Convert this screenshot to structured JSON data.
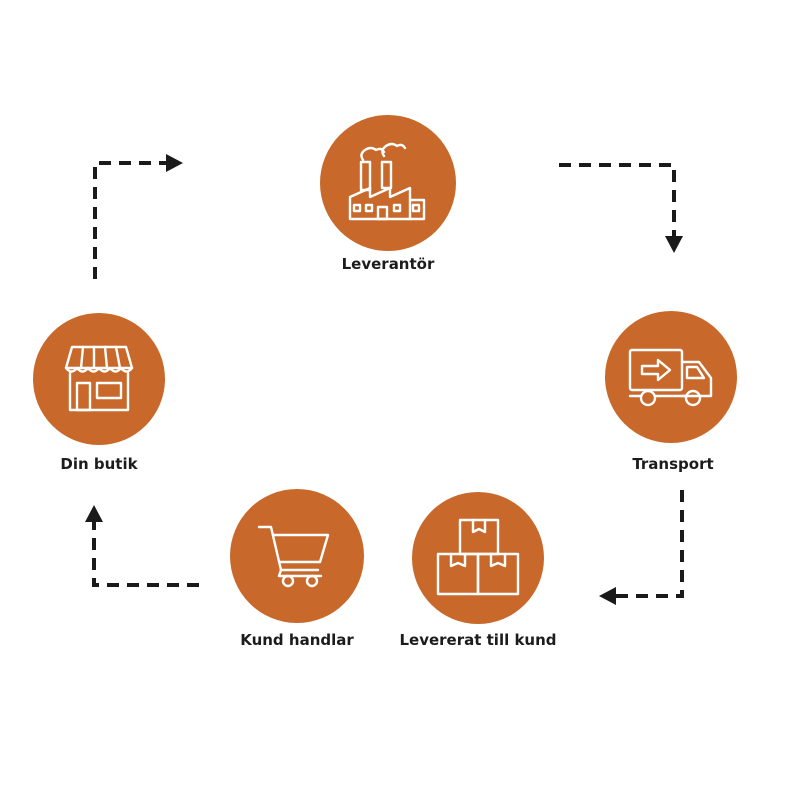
{
  "nodes": [
    {
      "id": "supplier",
      "label": "Leverantör",
      "icon": "factory-icon"
    },
    {
      "id": "transport",
      "label": "Transport",
      "icon": "truck-icon"
    },
    {
      "id": "delivered",
      "label": "Levererat till kund",
      "icon": "boxes-icon"
    },
    {
      "id": "customer",
      "label": "Kund handlar",
      "icon": "shopping-cart-icon"
    },
    {
      "id": "shop",
      "label": "Din butik",
      "icon": "storefront-icon"
    }
  ],
  "flow": [
    {
      "from": "supplier",
      "to": "transport"
    },
    {
      "from": "transport",
      "to": "delivered"
    },
    {
      "from": "customer",
      "to": "shop"
    },
    {
      "from": "shop",
      "to": "supplier"
    }
  ],
  "colors": {
    "node_fill": "#c8692b",
    "icon": "#ffffff",
    "arrow": "#1a1a1a",
    "label": "#1c1c1c"
  }
}
